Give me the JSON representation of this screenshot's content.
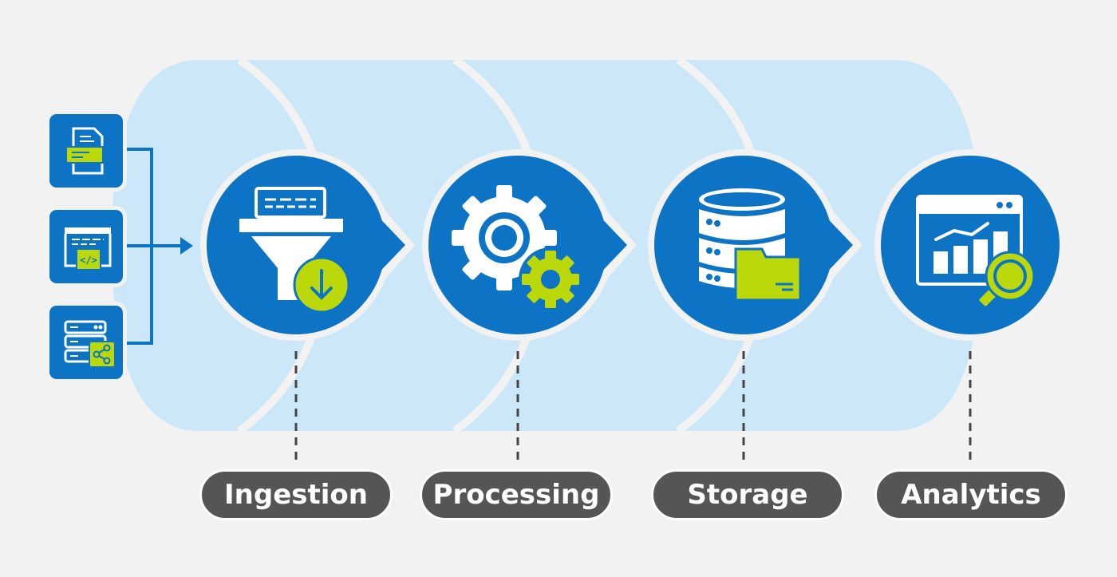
{
  "title": "Data pipeline stages",
  "colors": {
    "background": "#f2f2f2",
    "band": "#cce7f7",
    "primary_blue": "#0c73c5",
    "accent_green": "#bad80a",
    "label_bg": "#555555",
    "label_text": "#ffffff"
  },
  "sources": [
    {
      "name": "document",
      "icon": "document-icon"
    },
    {
      "name": "code",
      "icon": "code-window-icon"
    },
    {
      "name": "database-share",
      "icon": "server-share-icon"
    }
  ],
  "stages": [
    {
      "label": "Ingestion",
      "icon": "funnel-download-icon"
    },
    {
      "label": "Processing",
      "icon": "gears-icon"
    },
    {
      "label": "Storage",
      "icon": "database-folder-icon"
    },
    {
      "label": "Analytics",
      "icon": "chart-magnifier-icon"
    }
  ]
}
